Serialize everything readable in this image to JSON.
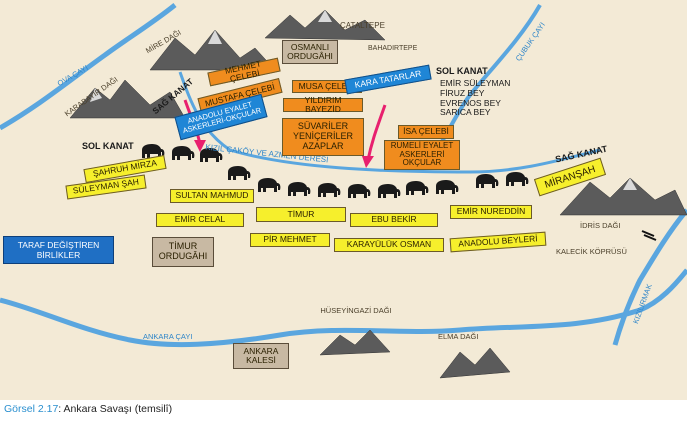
{
  "caption": {
    "label": "Görsel 2.17",
    "text": ": Ankara Savaşı (temsilî)"
  },
  "rivers": {
    "ova": "OVA ÇAYI",
    "cubuk": "ÇUBUK ÇAYI",
    "kizilcakoy": "KIZIL ÇAKÖY VE AZMEN DERESİ",
    "ankara": "ANKARA ÇAYI",
    "kizilirmak": "KIZILIRMAK"
  },
  "mountains": {
    "karabayir": "KARABAYIR DAĞI",
    "mire": "MİRE DAĞI",
    "catal": "ÇATALTEPE",
    "bahadir": "BAHADIRTEPE",
    "idris": "İDRİS DAĞI",
    "huseyingazi": "HÜSEYİNGAZİ DAĞI",
    "elma": "ELMA DAĞI"
  },
  "bridge": "KALECİK KÖPRÜSÜ",
  "ottoman": {
    "camp": "OSMANLI ORDUGÂHI",
    "sag_kanat": "SAĞ KANAT",
    "sol_kanat": "SOL KANAT",
    "sol_kanat_names": [
      "EMİR SÜLEYMAN",
      "FİRUZ BEY",
      "EVRENOS BEY",
      "SARICA BEY"
    ],
    "units": {
      "mehmet": "MEHMET ÇELEBİ",
      "mustafa": "MUSTAFA ÇELEBİ",
      "musa": "MUSA ÇELEBİ",
      "karatatarlar": "KARA TATARLAR",
      "anadolu": "ANADOLU EYALET ASKERLERİ-OKÇULAR",
      "bayezid": "YILDIRIM BAYEZİD",
      "suvariler": "SÜVARİLER YENİÇERİLER AZAPLAR",
      "isa": "İSA ÇELEBİ",
      "rumeli": "RUMELİ EYALET ASKERLERİ OKÇULAR"
    }
  },
  "timur_side": {
    "sol_kanat": "SOL KANAT",
    "sag_kanat": "SAĞ KANAT",
    "camp": "TİMUR ORDUGÂHI",
    "units": {
      "sahruh": "ŞAHRUH MİRZA",
      "suleyman": "SÜLEYMAN ŞAH",
      "sultan": "SULTAN MAHMUD",
      "timur": "TİMUR",
      "ebubekir": "EBU BEKİR",
      "nureddin": "EMİR NUREDDİN",
      "miransah": "MİRANŞAH",
      "celal": "EMİR CELAL",
      "pirmehmet": "PİR MEHMET",
      "karayuluk": "KARAYÜLÜK OSMAN",
      "anadolubeyleri": "ANADOLU BEYLERİ"
    }
  },
  "taraf": "TARAF DEĞİŞTİREN BİRLİKLER",
  "castle": "ANKARA KALESİ",
  "colors": {
    "yellow": "#f6ef2c",
    "orange": "#f08c1e",
    "blue": "#1f86d6",
    "grey": "#c8b9a3",
    "river": "#5aa6df",
    "arrow": "#e8206e"
  },
  "icons": {
    "elephant": "elephant-icon",
    "mountain": "mountain-icon",
    "arrow": "attack-arrow-icon",
    "bridge": "bridge-icon"
  }
}
